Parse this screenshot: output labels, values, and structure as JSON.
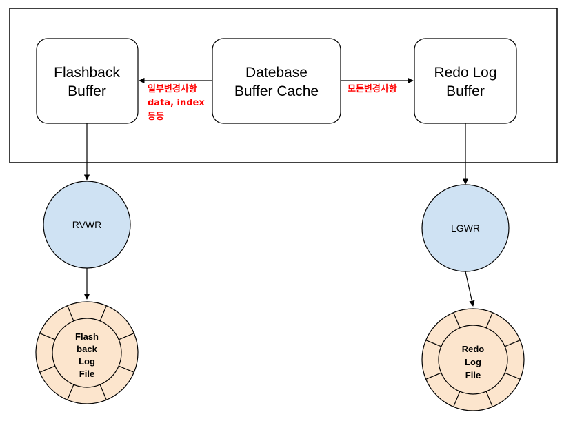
{
  "colors": {
    "process_fill": "#cfe2f3",
    "file_fill": "#fce5cd",
    "annotation": "#ff0000",
    "stroke": "#000000"
  },
  "boxes": {
    "flashback_buffer": {
      "line1": "Flashback",
      "line2": "Buffer"
    },
    "db_buffer_cache": {
      "line1": "Datebase",
      "line2": "Buffer Cache"
    },
    "redo_log_buffer": {
      "line1": "Redo Log",
      "line2": "Buffer"
    }
  },
  "annotations": {
    "left_line1": "일부변경사항",
    "left_line2": "data, index",
    "left_line3": "등등",
    "right_line1": "모든변경사항"
  },
  "processes": {
    "rvwr": "RVWR",
    "lgwr": "LGWR"
  },
  "files": {
    "flashback": {
      "line1": "Flash",
      "line2": "back",
      "line3": "Log",
      "line4": "File"
    },
    "redo": {
      "line1": "Redo",
      "line2": "Log",
      "line3": "File"
    }
  }
}
